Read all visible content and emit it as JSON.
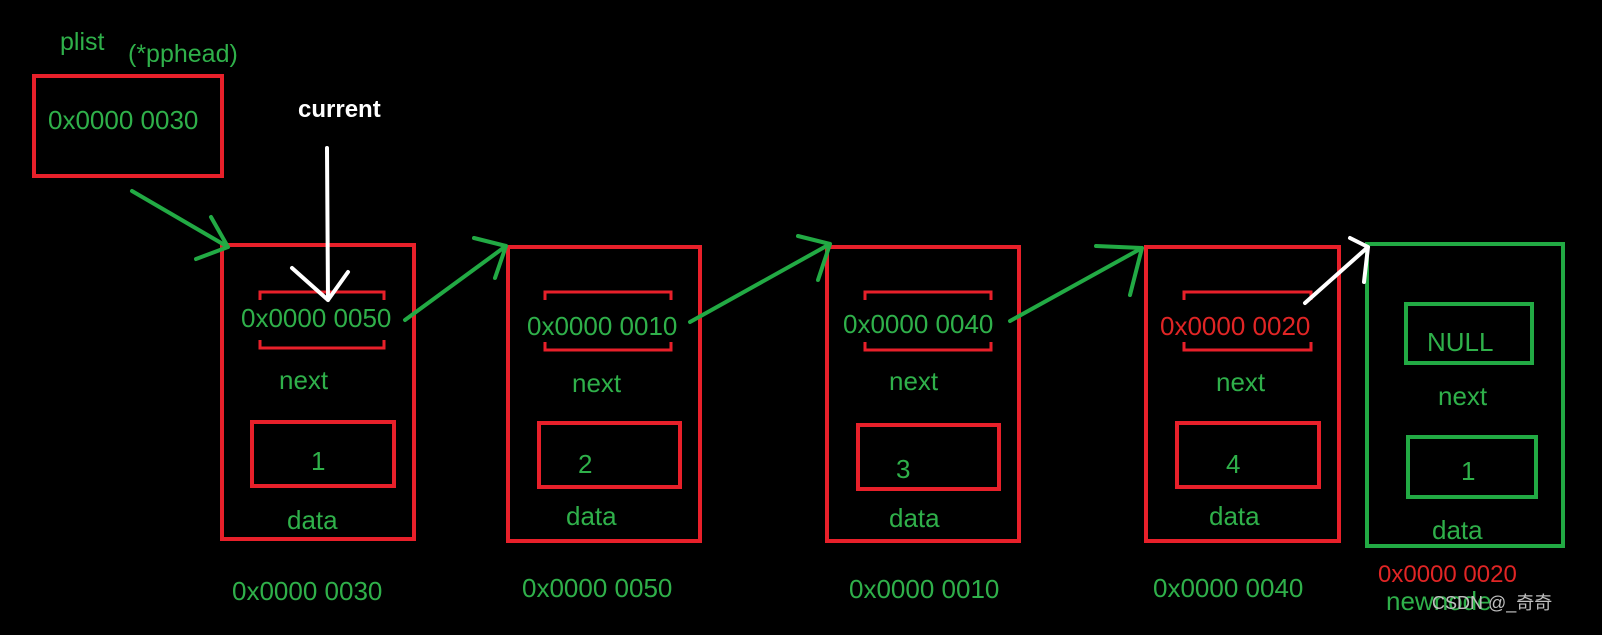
{
  "labels": {
    "plist": "plist",
    "pphead": "(*pphead)",
    "current": "current",
    "next": "next",
    "data": "data",
    "newnode": "newnode",
    "watermark": "CSDN @_奇奇"
  },
  "plist_value": "0x0000 0030",
  "nodes": [
    {
      "next": "0x0000 0050",
      "data": "1",
      "address": "0x0000 0030"
    },
    {
      "next": "0x0000 0010",
      "data": "2",
      "address": "0x0000 0050"
    },
    {
      "next": "0x0000 0040",
      "data": "3",
      "address": "0x0000 0010"
    },
    {
      "next": "0x0000 0020",
      "data": "4",
      "address": "0x0000 0040"
    },
    {
      "next": "NULL",
      "data": "1",
      "address": "0x0000 0020"
    }
  ],
  "colors": {
    "red": "#e8202a",
    "green": "#2fb04a",
    "white": "#ffffff",
    "background": "#000000"
  }
}
